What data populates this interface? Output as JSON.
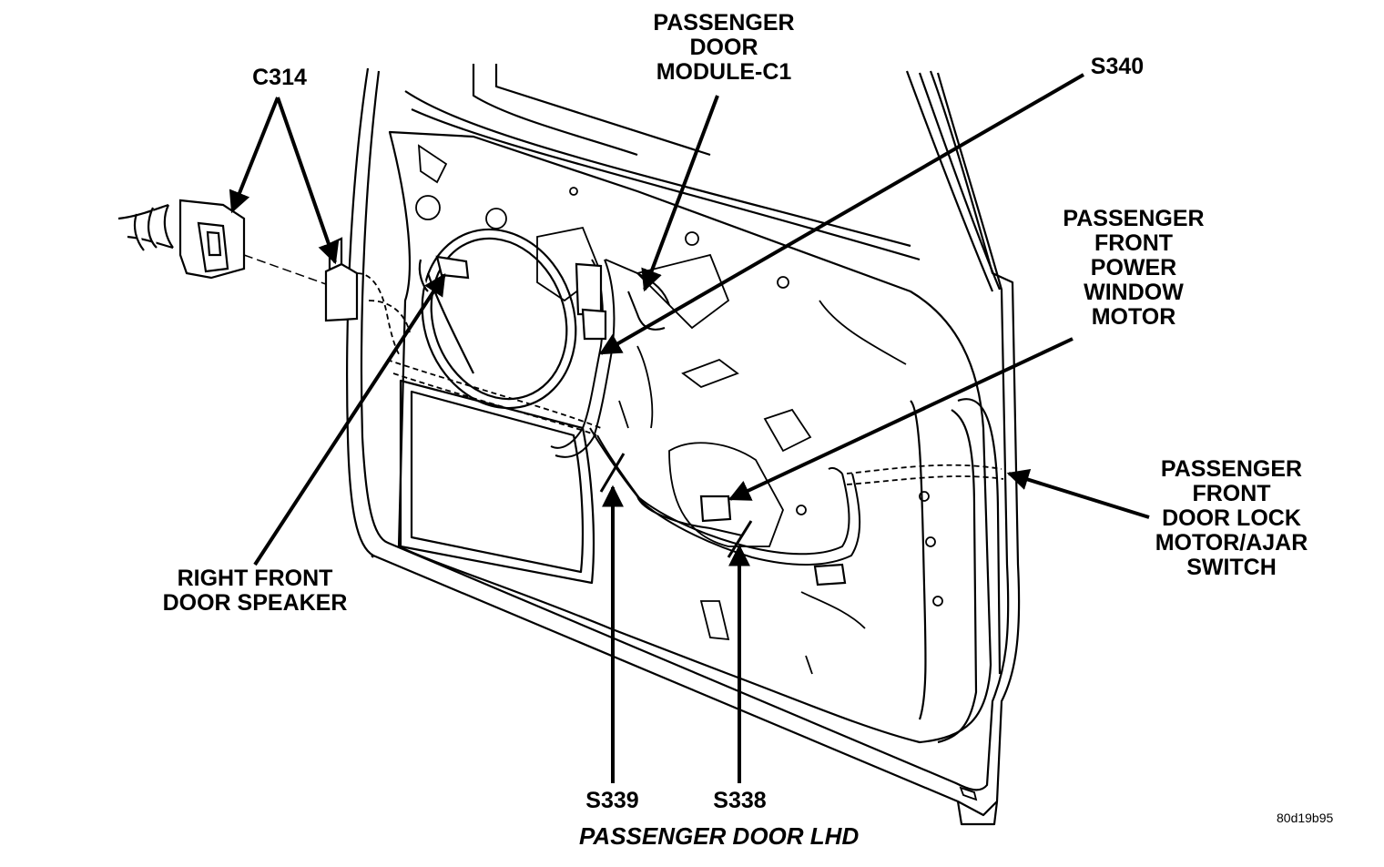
{
  "diagram": {
    "caption": "PASSENGER DOOR LHD",
    "figure_id": "80d19b95",
    "labels": {
      "c314": [
        "C314"
      ],
      "module_c1": [
        "PASSENGER",
        "DOOR",
        "MODULE-C1"
      ],
      "s340": [
        "S340"
      ],
      "window_motor": [
        "PASSENGER",
        "FRONT",
        "POWER",
        "WINDOW",
        "MOTOR"
      ],
      "door_lock": [
        "PASSENGER",
        "FRONT",
        "DOOR LOCK",
        "MOTOR/AJAR",
        "SWITCH"
      ],
      "speaker": [
        "RIGHT FRONT",
        "DOOR SPEAKER"
      ],
      "s339": [
        "S339"
      ],
      "s338": [
        "S338"
      ]
    }
  },
  "colors": {
    "ink": "#000000",
    "paper": "#ffffff"
  }
}
